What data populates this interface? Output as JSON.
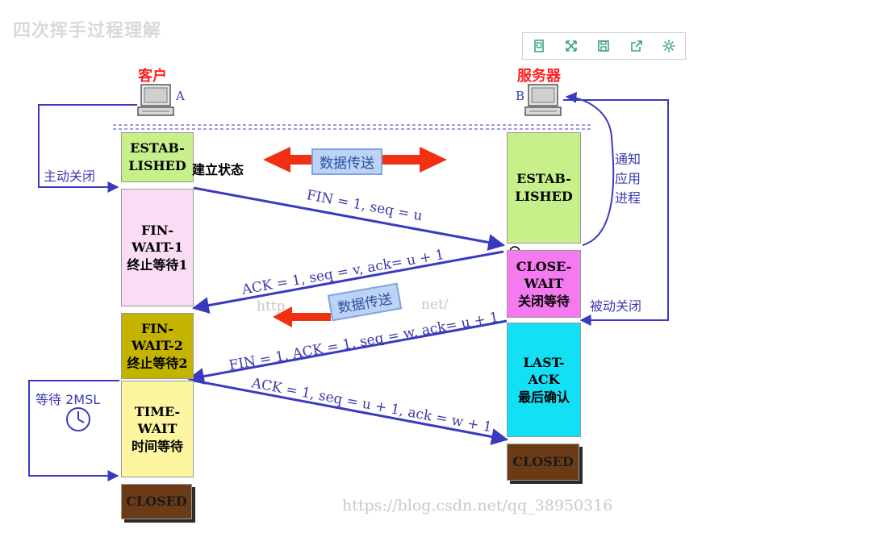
{
  "page_title": "四次挥手过程理解",
  "toolbar": {
    "buttons": [
      {
        "icon": "clipboard-icon"
      },
      {
        "icon": "fullscreen-icon"
      },
      {
        "icon": "save-icon"
      },
      {
        "icon": "share-icon"
      },
      {
        "icon": "gear-icon"
      }
    ]
  },
  "client": {
    "role": "客户",
    "letter": "A"
  },
  "server": {
    "role": "服务器",
    "letter": "B"
  },
  "client_states": {
    "established": "ESTAB-\nLISHED",
    "established_note": "建立状态",
    "fin_wait_1": "FIN-WAIT-1\n终止等待1",
    "fin_wait_2": "FIN-WAIT-2\n终止等待2",
    "time_wait": "TIME-WAIT\n时间等待",
    "closed": "CLOSED"
  },
  "server_states": {
    "established": "ESTAB-\nLISHED",
    "close_wait": "CLOSE-WAIT\n关闭等待",
    "last_ack": "LAST-ACK\n最后确认",
    "closed": "CLOSED"
  },
  "labels": {
    "active_close": "主动关闭",
    "passive_close": "被动关闭",
    "notify_app": "通知\n应用\n进程",
    "wait_2msl": "等待 2MSL",
    "data_transfer_1": "数据传送",
    "data_transfer_2": "数据传送"
  },
  "messages": {
    "m1": "FIN = 1, seq = u",
    "m2": "ACK = 1, seq = v, ack= u + 1",
    "m3": "FIN = 1, ACK = 1, seq = w, ack= u + 1",
    "m4": "ACK = 1, seq = u + 1, ack = w + 1"
  },
  "watermark": "https://blog.csdn.net/qq_38950316",
  "watermark_faint": "http",
  "watermark_faint2": "net/",
  "colors": {
    "established": "#c8f08a",
    "fin_wait_1": "#fbdcf5",
    "fin_wait_2": "#c4b400",
    "time_wait": "#fdf5a0",
    "closed": "#6b3b17",
    "close_wait": "#f57af0",
    "last_ack": "#14e0f5",
    "arrow": "#3a3ac0",
    "red_arrow": "#f03010"
  }
}
